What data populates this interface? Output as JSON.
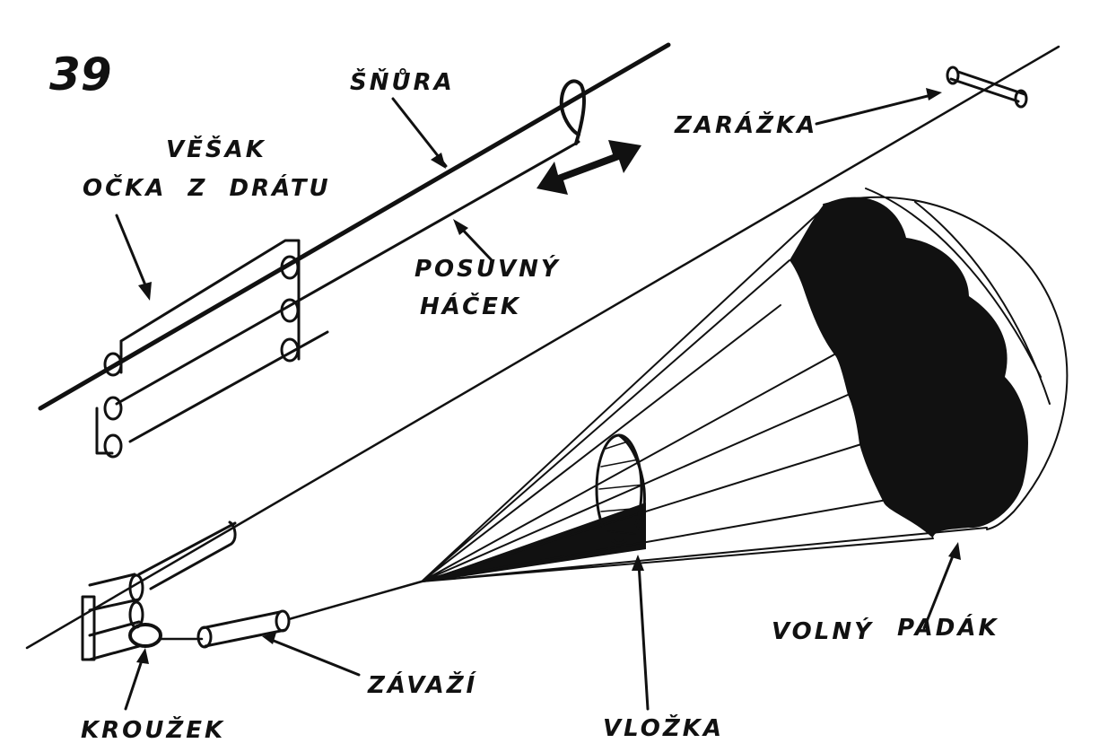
{
  "figure": {
    "number": "39",
    "labels": {
      "snura": "ŠŇŮRA",
      "vesak": "VĚŠAK",
      "ocka": "OČKA  Z  DRÁTU",
      "posuvny": "POSUVNÝ",
      "hacek": "HÁČEK",
      "zarazka": "ZARÁŽKA",
      "volny": "VOLNÝ",
      "padak": "PADÁK",
      "zavazi": "ZÁVAŽÍ",
      "krouzek": "KROUŽEK",
      "vlozka": "VLOŽKA"
    },
    "colors": {
      "ink": "#111111",
      "paper": "#ffffff"
    }
  }
}
